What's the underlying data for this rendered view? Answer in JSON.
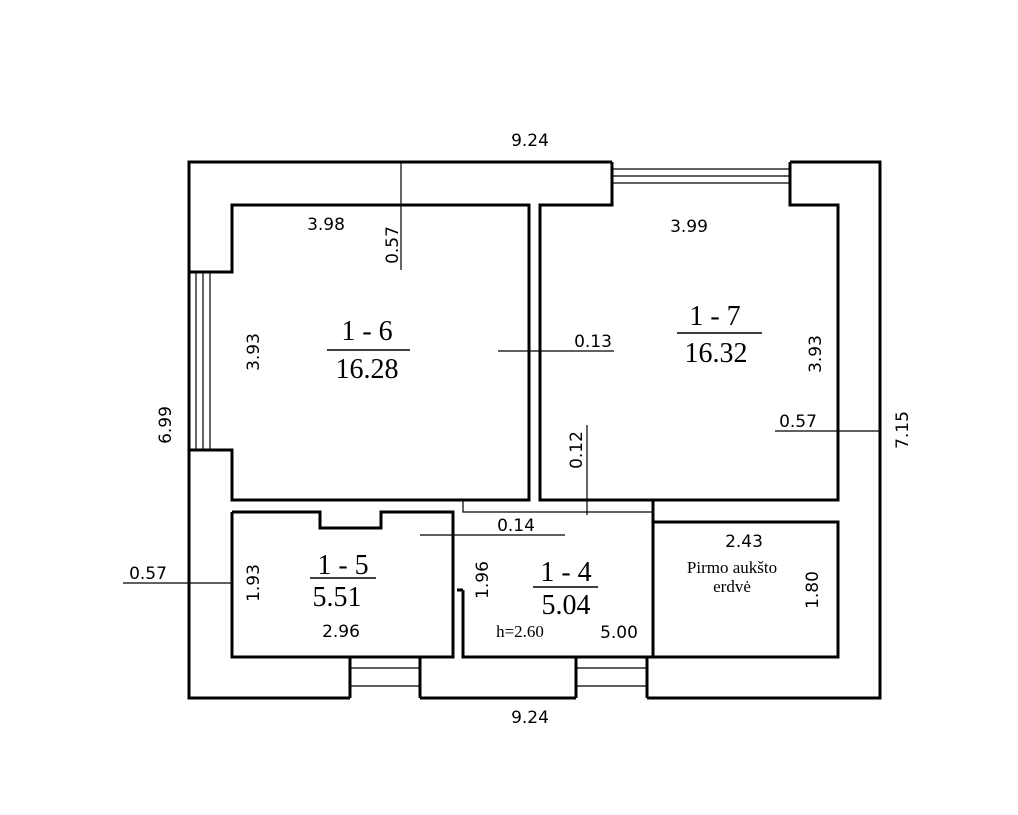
{
  "dimensions": {
    "top_width": "9.24",
    "bottom_width": "9.24",
    "left_height": "6.99",
    "right_height": "7.15",
    "wall_top": "0.57",
    "wall_left": "0.57",
    "wall_right": "0.57",
    "partition_1": "0.13",
    "partition_2": "0.12",
    "partition_3": "0.14"
  },
  "rooms": [
    {
      "id": "1 - 6",
      "area": "16.28",
      "width": "3.98",
      "height": "3.93"
    },
    {
      "id": "1 - 7",
      "area": "16.32",
      "width": "3.99",
      "height": "3.93"
    },
    {
      "id": "1 - 5",
      "area": "5.51",
      "width": "2.96",
      "height": "1.93"
    },
    {
      "id": "1 - 4",
      "area": "5.04",
      "width": "5.00",
      "height": "1.96",
      "ceiling": "h=2.60"
    },
    {
      "name_line1": "Pirmo aukšto",
      "name_line2": "erdvė",
      "width": "2.43",
      "height": "1.80"
    }
  ]
}
